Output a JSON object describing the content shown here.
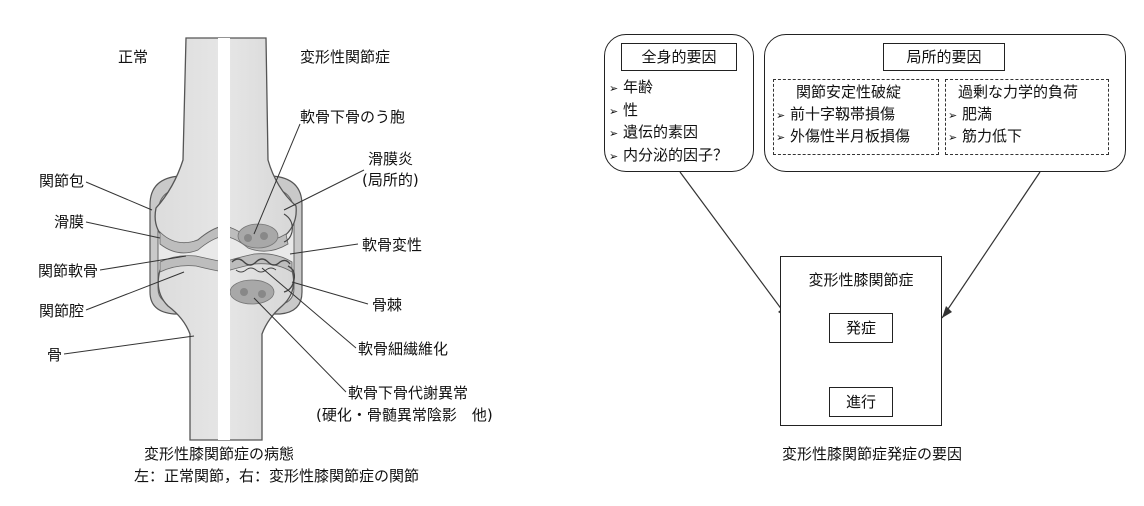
{
  "knee": {
    "normal_label": "正常",
    "oa_label": "変形性関節症",
    "left_labels": [
      "関節包",
      "滑膜",
      "関節軟骨",
      "関節腔",
      "骨"
    ],
    "right_labels": {
      "subchondral_cyst": "軟骨下骨のう胞",
      "synovitis_1": "滑膜炎",
      "synovitis_2": "(局所的)",
      "cartilage_degeneration": "軟骨変性",
      "osteophyte": "骨棘",
      "fibrillation": "軟骨細繊維化",
      "subchondral_1": "軟骨下骨代謝異常",
      "subchondral_2": "(硬化・骨髄異常陰影　他)"
    },
    "caption_1": "変形性膝関節症の病態",
    "caption_2": "左：正常関節，右：変形性膝関節症の関節"
  },
  "factors": {
    "systemic": {
      "title": "全身的要因",
      "items": [
        "年齢",
        "性",
        "遺伝的素因",
        "内分泌的因子？"
      ]
    },
    "local": {
      "title": "局所的要因",
      "instability": {
        "title": "関節安定性破綻",
        "items": [
          "前十字靱帯損傷",
          "外傷性半月板損傷"
        ]
      },
      "overload": {
        "title": "過剰な力学的負荷",
        "items": [
          "肥満",
          "筋力低下"
        ]
      }
    },
    "outcome": {
      "title": "変形性膝関節症",
      "onset": "発症",
      "progression": "進行"
    },
    "caption": "変形性膝関節症発症の要因"
  }
}
